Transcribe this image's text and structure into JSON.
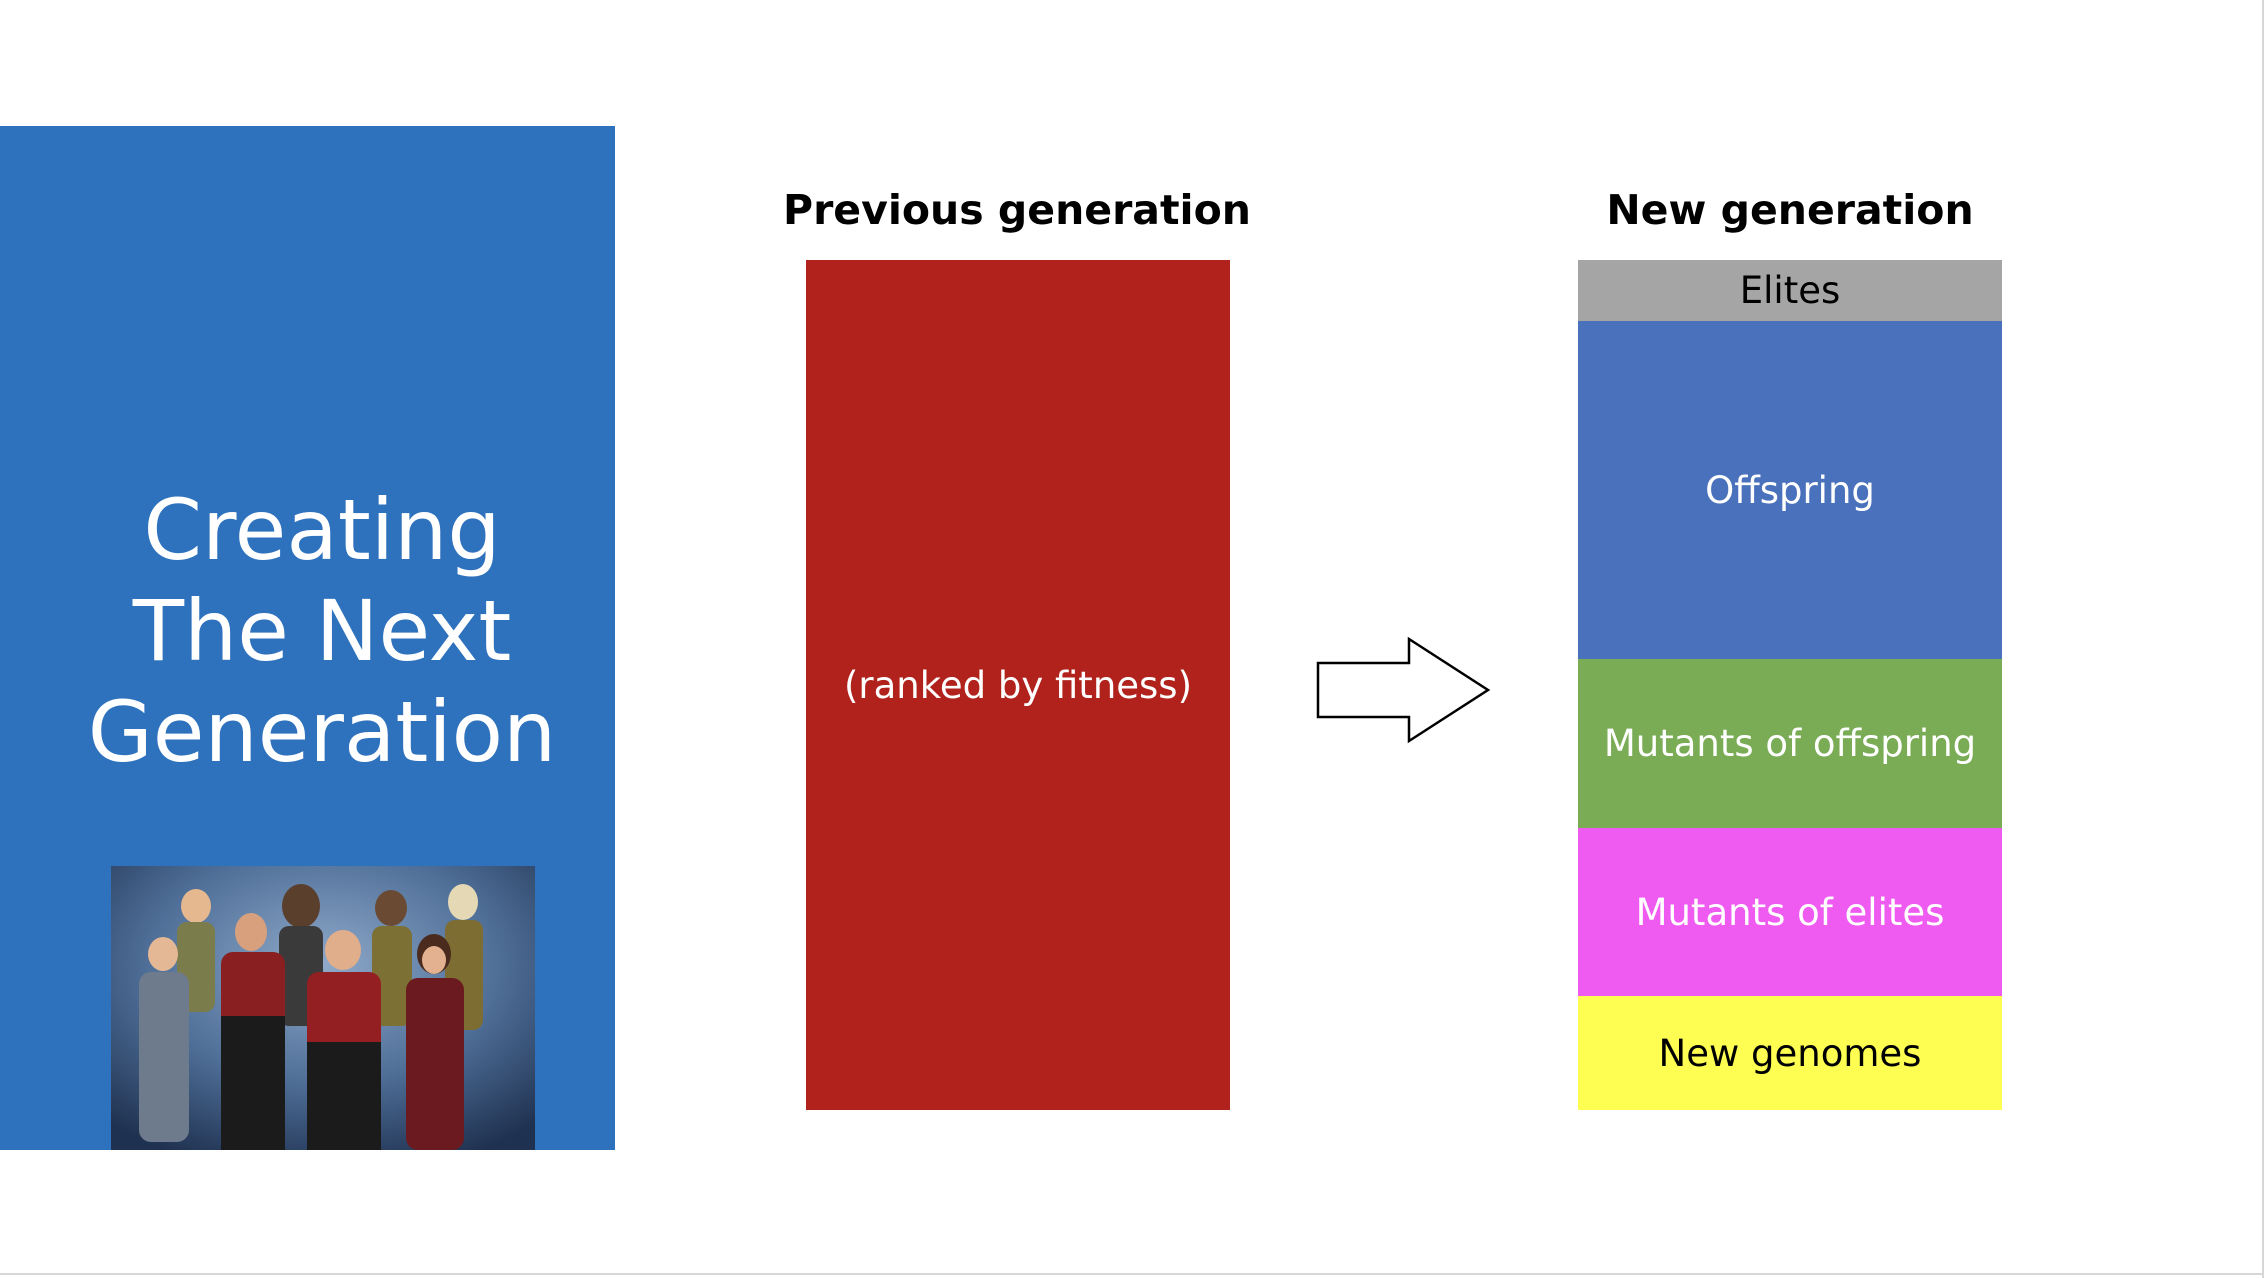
{
  "sidebar": {
    "title": "Creating\nThe Next\nGeneration",
    "photo_subject": "crew-group-photo",
    "panel_color": "#2e71bd"
  },
  "diagram": {
    "previous": {
      "title": "Previous generation",
      "label": "(ranked by fitness)",
      "color": "#b0221b"
    },
    "arrow_icon": "right-arrow-icon",
    "new": {
      "title": "New generation",
      "segments": [
        {
          "label": "Elites",
          "color": "#a5a5a5"
        },
        {
          "label": "Offspring",
          "color": "#4a71bb"
        },
        {
          "label": "Mutants of offspring",
          "color": "#7aab55"
        },
        {
          "label": "Mutants of elites",
          "color": "#ef5bf0"
        },
        {
          "label": "New genomes",
          "color": "#fdfd52"
        }
      ]
    }
  }
}
